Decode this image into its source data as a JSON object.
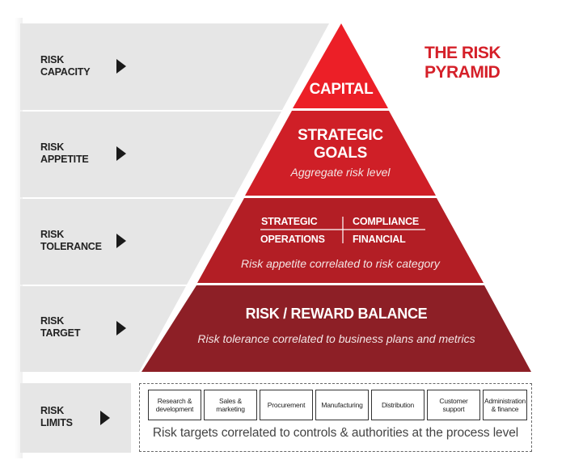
{
  "title": {
    "line1": "THE RISK",
    "line2": "PYRAMID"
  },
  "colors": {
    "band_gray": "#e6e6e6",
    "layer1": "#ec1f27",
    "layer2": "#cf1f27",
    "layer3": "#b31e25",
    "layer4": "#8d1f26",
    "title_red": "#d52029"
  },
  "bands": [
    {
      "line1": "RISK",
      "line2": "CAPACITY",
      "icon": "triangle-right-icon"
    },
    {
      "line1": "RISK",
      "line2": "APPETITE",
      "icon": "triangle-right-icon"
    },
    {
      "line1": "RISK",
      "line2": "TOLERANCE",
      "icon": "triangle-right-icon"
    },
    {
      "line1": "RISK",
      "line2": "TARGET",
      "icon": "triangle-right-icon"
    },
    {
      "line1": "RISK",
      "line2": "LIMITS",
      "icon": "triangle-right-icon"
    }
  ],
  "pyramid": {
    "capital": {
      "heading": "CAPITAL"
    },
    "strategic_goals": {
      "heading_line1": "STRATEGIC",
      "heading_line2": "GOALS",
      "subtitle": "Aggregate risk level"
    },
    "categories": {
      "top_left": "STRATEGIC",
      "top_right": "COMPLIANCE",
      "bottom_left": "OPERATIONS",
      "bottom_right": "FINANCIAL",
      "subtitle": "Risk appetite correlated to risk category"
    },
    "balance": {
      "heading": "RISK / REWARD BALANCE",
      "subtitle": "Risk tolerance correlated to business plans and metrics"
    }
  },
  "limits": {
    "processes": [
      {
        "line1": "Research &",
        "line2": "development"
      },
      {
        "line1": "Sales &",
        "line2": "marketing"
      },
      {
        "line1": "Procurement",
        "line2": ""
      },
      {
        "line1": "Manufacturing",
        "line2": ""
      },
      {
        "line1": "Distribution",
        "line2": ""
      },
      {
        "line1": "Customer",
        "line2": "support"
      },
      {
        "line1": "Administration",
        "line2": "& finance"
      }
    ],
    "footer": "Risk targets correlated to controls & authorities at the process level"
  }
}
